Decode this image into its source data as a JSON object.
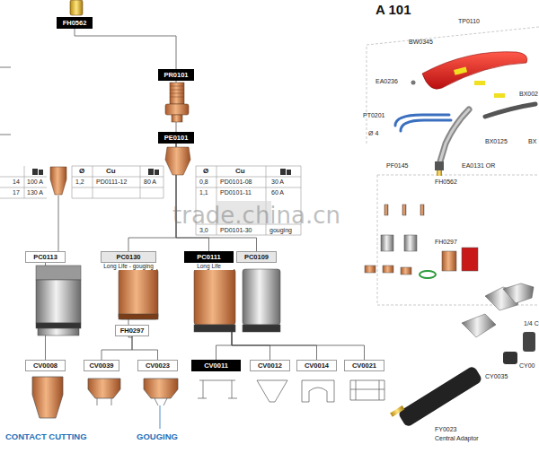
{
  "diagram": {
    "nodes": [
      {
        "text": [
          "FH0562"
        ]
      },
      {
        "text": [
          "PR0101"
        ]
      },
      {
        "text": [
          "PE0101"
        ]
      },
      {
        "text": [
          "PC0113"
        ]
      },
      {
        "text": [
          "PC0130",
          "Long Life - gouging"
        ]
      },
      {
        "text": [
          "PC0111",
          "Long Life"
        ]
      },
      {
        "text": [
          "PC0109"
        ]
      },
      {
        "text": [
          "FH0297"
        ]
      },
      {
        "text": [
          "CV0008"
        ]
      },
      {
        "text": [
          "CV0039"
        ]
      },
      {
        "text": [
          "CV0023"
        ]
      },
      {
        "text": [
          "CV0011"
        ]
      },
      {
        "text": [
          "CV0012"
        ]
      },
      {
        "text": [
          "CV0014"
        ]
      },
      {
        "text": [
          "CV0021"
        ]
      }
    ],
    "edges": [
      {
        "from": 0,
        "to": 1,
        "arrow": "none"
      },
      {
        "from": 1,
        "to": 2,
        "arrow": "none"
      },
      {
        "from": 2,
        "to": 4,
        "arrow": "none"
      },
      {
        "from": 2,
        "to": 5,
        "arrow": "none"
      },
      {
        "from": 2,
        "to": 6,
        "arrow": "none"
      },
      {
        "from": 4,
        "to": 7,
        "arrow": "none"
      },
      {
        "from": 7,
        "to": 9,
        "arrow": "none"
      },
      {
        "from": 7,
        "to": 10,
        "arrow": "none"
      },
      {
        "from": 3,
        "to": 8,
        "arrow": "none"
      },
      {
        "from": 5,
        "to": 11,
        "arrow": "none"
      },
      {
        "from": 5,
        "to": 12,
        "arrow": "none"
      },
      {
        "from": 5,
        "to": 13,
        "arrow": "none"
      },
      {
        "from": 5,
        "to": 14,
        "arrow": "none"
      }
    ],
    "labels": [
      "14",
      "100 A",
      "17",
      "130 A",
      "Ø",
      "Cu",
      "1,2",
      "PD0111-12",
      "80 A",
      "Ø",
      "Cu",
      "0,8",
      "PD0101-08",
      "30 A",
      "1,1",
      "PD0101-11",
      "60 A",
      "3,0",
      "PD0101-30",
      "gouging",
      "trade.china.cn",
      "CONTACT CUTTING",
      "GOUGING",
      "A 101",
      "TP0110",
      "BW0345",
      "EA0236",
      "PT0201",
      "Ø 4",
      "BX002",
      "BX0125",
      "BX",
      "PF0145",
      "EA0131 OR",
      "FH0562",
      "FH0297",
      "1/4 C",
      "CY0035",
      "CY00",
      "FY0023",
      "Central Adaptor"
    ]
  }
}
